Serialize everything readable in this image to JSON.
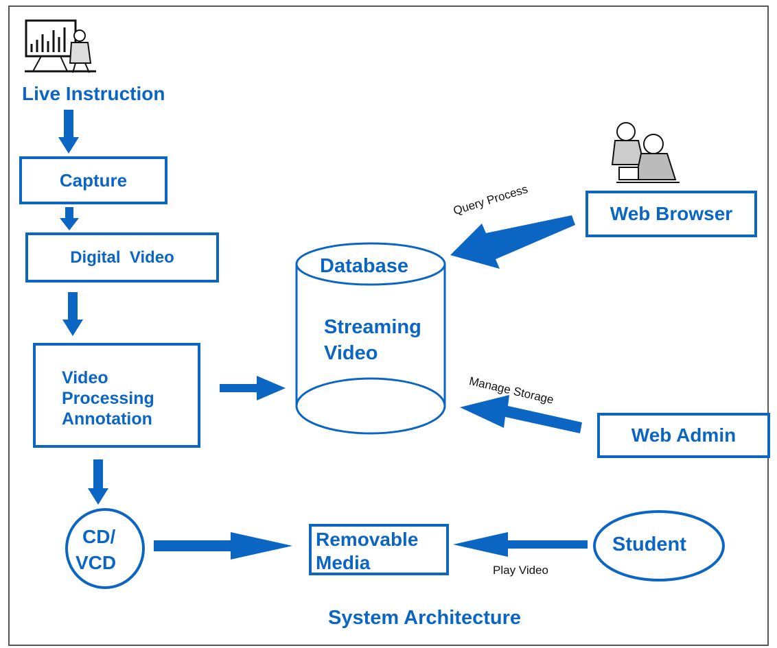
{
  "colors": {
    "accent": "#0b66c3",
    "frame": "#555555",
    "text": "#111111"
  },
  "icons": {
    "instructor": "instructor-at-chart-icon",
    "users": "two-students-at-computer-icon"
  },
  "nodes": {
    "live_instruction": "Live Instruction",
    "capture": "Capture",
    "digital_video": "Digital  Video",
    "video_processing": [
      "Video",
      "Processing",
      "Annotation"
    ],
    "cd_vcd": [
      "CD/",
      "VCD"
    ],
    "database": "Database",
    "streaming_video": [
      "Streaming",
      "Video"
    ],
    "web_browser": "Web Browser",
    "web_admin": "Web Admin",
    "removable_media": [
      "Removable",
      "Media"
    ],
    "student": "Student"
  },
  "edges": {
    "query_process": "Query Process",
    "manage_storage": "Manage Storage",
    "play_video": "Play Video"
  },
  "caption": "System Architecture"
}
